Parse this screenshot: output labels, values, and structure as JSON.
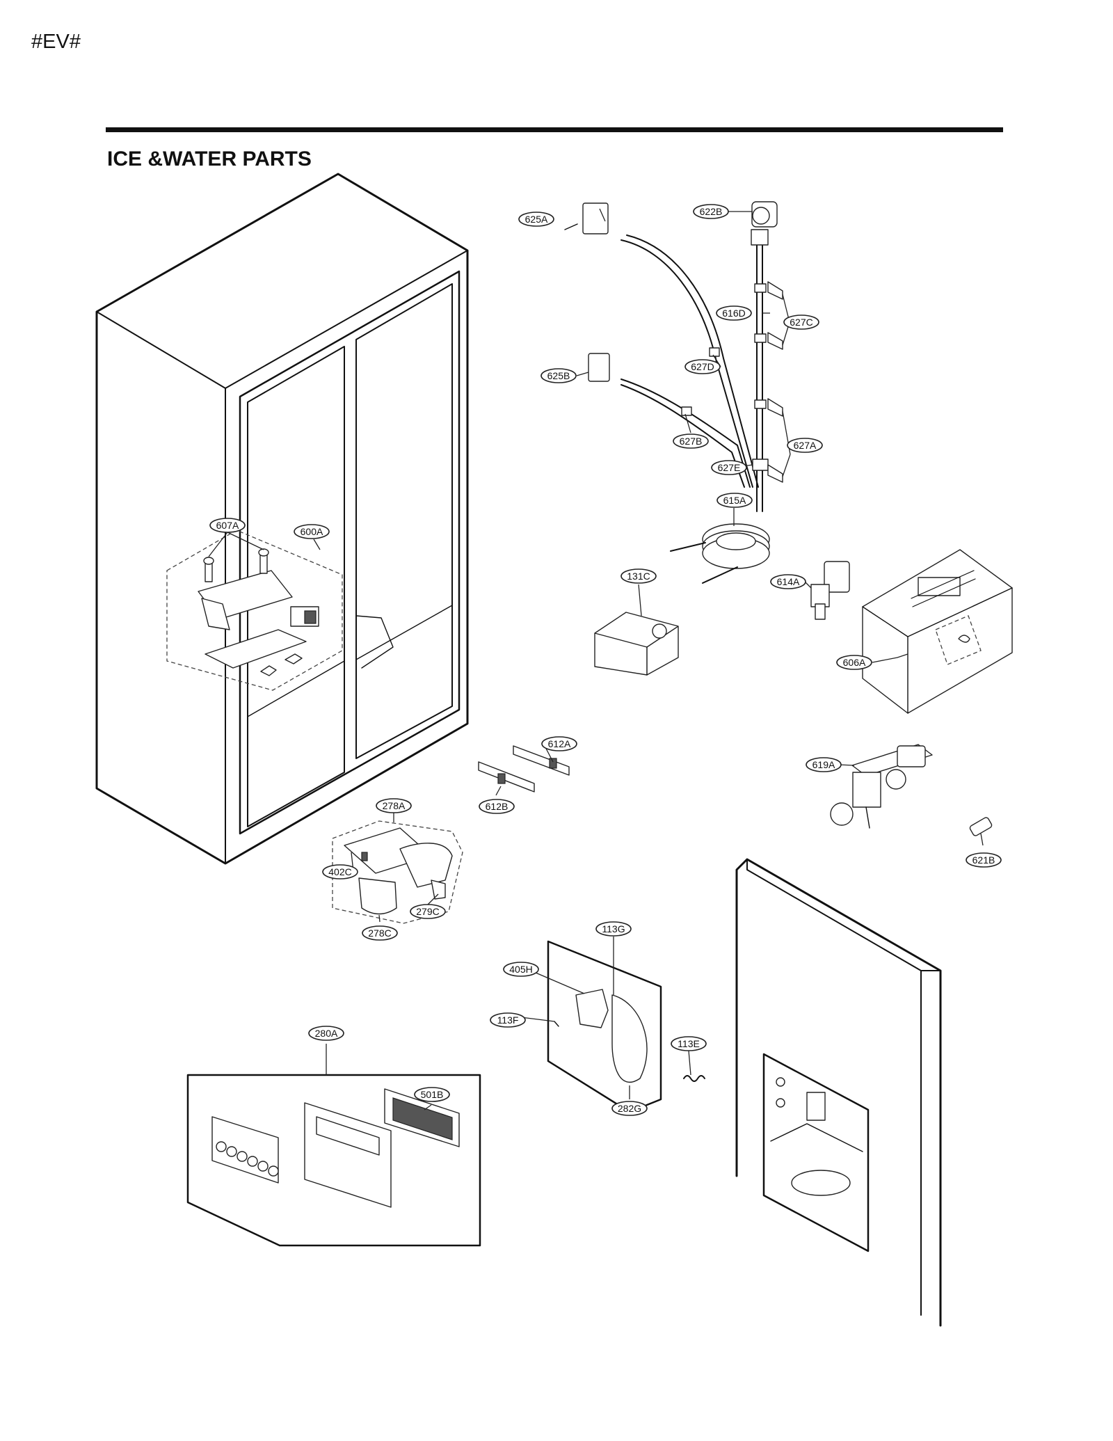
{
  "header": {
    "corner_code": "#EV#",
    "title": "ICE &WATER PARTS"
  },
  "callouts": {
    "c625A": "625A",
    "c622B": "622B",
    "c616D": "616D",
    "c627C": "627C",
    "c627D": "627D",
    "c625B": "625B",
    "c627B": "627B",
    "c627A": "627A",
    "c627E": "627E",
    "c615A": "615A",
    "c607A": "607A",
    "c600A": "600A",
    "c131C": "131C",
    "c614A": "614A",
    "c606A": "606A",
    "c612A": "612A",
    "c612B": "612B",
    "c619A": "619A",
    "c621B": "621B",
    "c278A": "278A",
    "c402C": "402C",
    "c279C": "279C",
    "c278C": "278C",
    "c113G": "113G",
    "c405H": "405H",
    "c113F": "113F",
    "c113E": "113E",
    "c282G": "282G",
    "c280A": "280A",
    "c501B": "501B"
  }
}
